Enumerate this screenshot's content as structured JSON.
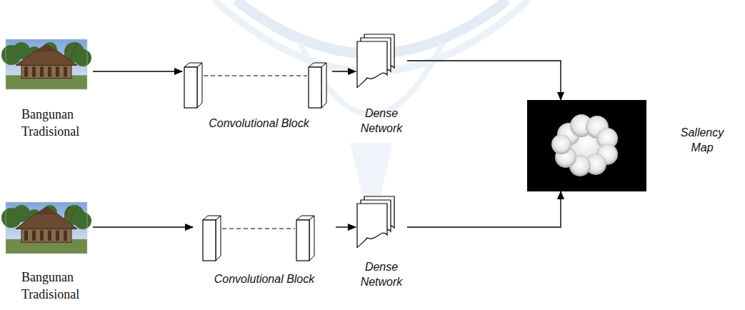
{
  "diagram": {
    "nodes": [
      {
        "text": [
          "Bangunan Tradisional"
        ]
      },
      {
        "text": [
          "Convolutional Block"
        ]
      },
      {
        "text": [
          "Dense Network"
        ]
      },
      {
        "text": [
          "Sallency Map"
        ]
      },
      {
        "text": [
          "Bangunan Tradisional"
        ]
      },
      {
        "text": [
          "Convolutional Block"
        ]
      },
      {
        "text": [
          "Dense Network"
        ]
      }
    ],
    "edges": [
      {
        "from": 0,
        "to": 1,
        "arrow": "to"
      },
      {
        "from": 1,
        "to": 2,
        "arrow": "to"
      },
      {
        "from": 2,
        "to": 3,
        "arrow": "to"
      },
      {
        "from": 4,
        "to": 5,
        "arrow": "to"
      },
      {
        "from": 5,
        "to": 6,
        "arrow": "to"
      },
      {
        "from": 6,
        "to": 3,
        "arrow": "to"
      }
    ]
  }
}
